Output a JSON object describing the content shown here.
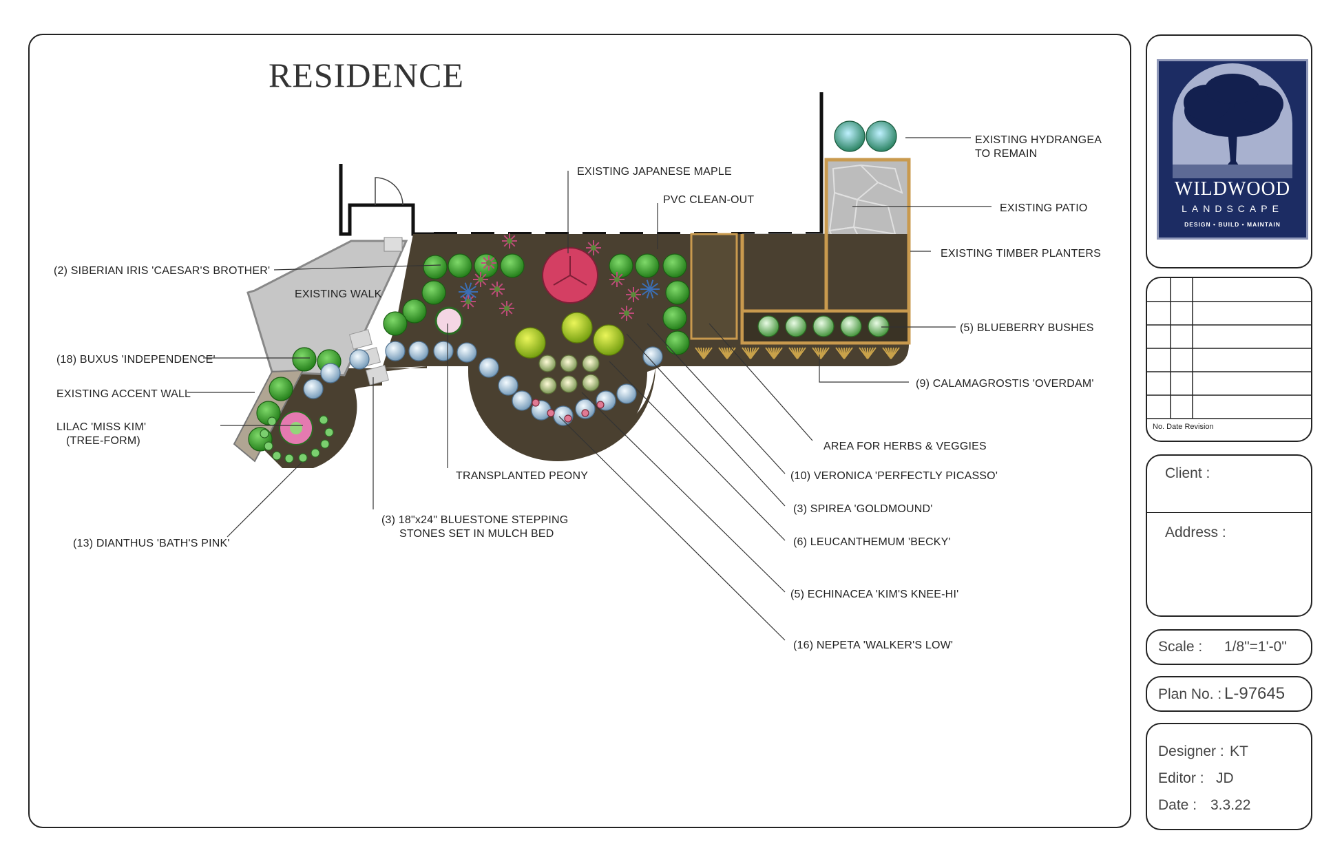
{
  "title": "RESIDENCE",
  "labels": {
    "japanese_maple": "EXISTING JAPANESE MAPLE",
    "pvc": "PVC CLEAN-OUT",
    "hydrangea_1": "EXISTING HYDRANGEA",
    "hydrangea_2": "TO REMAIN",
    "patio": "EXISTING PATIO",
    "timber": "EXISTING TIMBER PLANTERS",
    "blueberry": "(5) BLUEBERRY BUSHES",
    "calamagrostis": "(9) CALAMAGROSTIS 'OVERDAM'",
    "herbs": "AREA FOR HERBS & VEGGIES",
    "veronica": "(10) VERONICA 'PERFECTLY PICASSO'",
    "spirea": "(3) SPIREA 'GOLDMOUND'",
    "leucanthemum": "(6) LEUCANTHEMUM 'BECKY'",
    "echinacea": "(5) ECHINACEA 'KIM'S KNEE-HI'",
    "nepeta": "(16) NEPETA 'WALKER'S LOW'",
    "iris": "(2) SIBERIAN IRIS 'CAESAR'S BROTHER'",
    "walk": "EXISTING WALK",
    "buxus": "(18) BUXUS 'INDEPENDENCE'",
    "accent_wall": "EXISTING ACCENT WALL",
    "lilac_1": "LILAC 'MISS KIM'",
    "lilac_2": "(TREE-FORM)",
    "peony": "TRANSPLANTED PEONY",
    "stones_1": "(3) 18\"x24\" BLUESTONE STEPPING",
    "stones_2": "STONES SET IN MULCH BED",
    "dianthus": "(13) DIANTHUS 'BATH'S PINK'"
  },
  "logo": {
    "brand": "WILDWOOD",
    "sub": "LANDSCAPE",
    "tagline": "DESIGN • BUILD • MAINTAIN"
  },
  "revision": {
    "caption": "No.  Date  Revision"
  },
  "client": {
    "client_label": "Client :",
    "address_label": "Address :"
  },
  "scale": {
    "label": "Scale :",
    "value": "1/8\"=1'-0\""
  },
  "plan_no": {
    "label": "Plan No. :",
    "value": "L-97645"
  },
  "credits": {
    "designer_label": "Designer :",
    "designer": "KT",
    "editor_label": "Editor :",
    "editor": "JD",
    "date_label": "Date :",
    "date": "3.3.22"
  },
  "colors": {
    "mulch": "#4a4030",
    "boxwood": "#2e9a22",
    "nepeta": "#a9c4d6",
    "spirea": "#b6d11d",
    "maple": "#d43f63",
    "patio": "#c9c9c9",
    "timber": "#c99a4e",
    "logo_bg": "#1c2c63"
  }
}
